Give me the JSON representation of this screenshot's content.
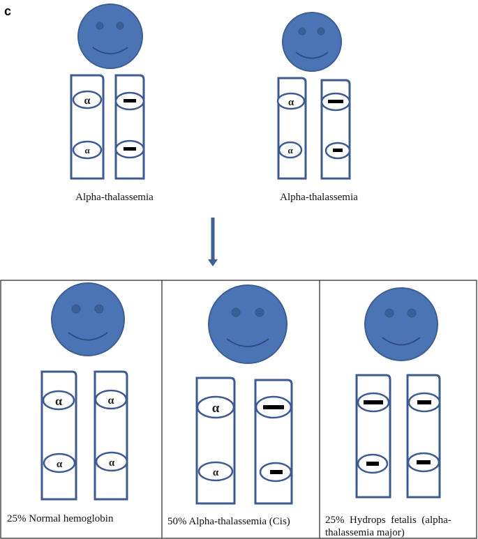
{
  "panel_letter": "c",
  "parents": [
    {
      "label": "Alpha-thalassemia",
      "chromosome_left": [
        "α",
        "α"
      ],
      "chromosome_right": [
        "deleted",
        "deleted"
      ]
    },
    {
      "label": "Alpha-thalassemia",
      "chromosome_left": [
        "α",
        "α"
      ],
      "chromosome_right": [
        "deleted",
        "deleted"
      ]
    }
  ],
  "offspring": [
    {
      "caption": "25% Normal hemoglobin",
      "chromosome_left": [
        "α",
        "α"
      ],
      "chromosome_right": [
        "α",
        "α"
      ]
    },
    {
      "caption": "50% Alpha-thalassemia (Cis)",
      "chromosome_left": [
        "α",
        "α"
      ],
      "chromosome_right": [
        "deleted",
        "deleted"
      ]
    },
    {
      "caption_line1": "25%  Hydrops  fetalis  (alpha-",
      "caption_line2": "thalassemia major)",
      "chromosome_left": [
        "deleted",
        "deleted"
      ],
      "chromosome_right": [
        "deleted",
        "deleted"
      ]
    }
  ],
  "colors": {
    "face_fill": "#4a74b4",
    "face_stroke": "#3d5f95",
    "eye_fill": "#3a5f96",
    "chromosome_stroke": "#3e5a92",
    "arrow": "#3d5f95",
    "box_border": "#333333"
  },
  "icons": [
    "smiley-face-icon",
    "chromosome-icon",
    "down-arrow-icon"
  ]
}
